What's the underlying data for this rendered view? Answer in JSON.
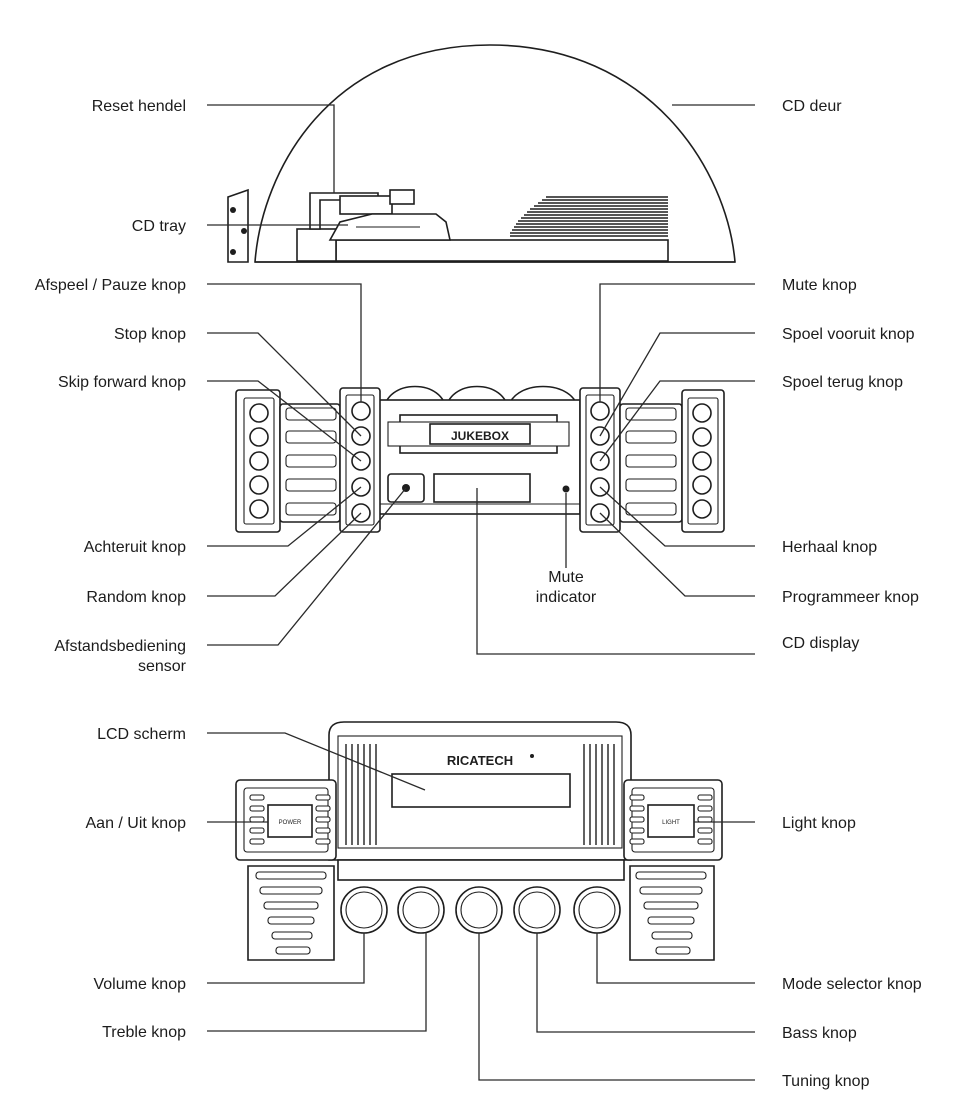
{
  "device": {
    "brand": "RICATECH",
    "panel_title": "JUKEBOX",
    "power_label": "POWER",
    "light_label": "LIGHT"
  },
  "labels": {
    "reset_hendel": "Reset hendel",
    "cd_deur": "CD deur",
    "cd_tray": "CD tray",
    "afspeel_pauze": "Afspeel / Pauze knop",
    "mute_knop": "Mute knop",
    "stop_knop": "Stop knop",
    "spoel_vooruit": "Spoel vooruit knop",
    "skip_forward": "Skip forward knop",
    "spoel_terug": "Spoel terug knop",
    "achteruit": "Achteruit knop",
    "herhaal": "Herhaal knop",
    "mute_indicator_1": "Mute",
    "mute_indicator_2": "indicator",
    "random": "Random knop",
    "programmeer": "Programmeer knop",
    "afstand_1": "Afstandsbediening",
    "afstand_2": "sensor",
    "cd_display": "CD display",
    "lcd_scherm": "LCD scherm",
    "aan_uit": "Aan / Uit knop",
    "light_knop": "Light knop",
    "volume": "Volume knop",
    "mode_selector": "Mode selector knop",
    "treble": "Treble knop",
    "bass": "Bass knop",
    "tuning": "Tuning knop"
  }
}
